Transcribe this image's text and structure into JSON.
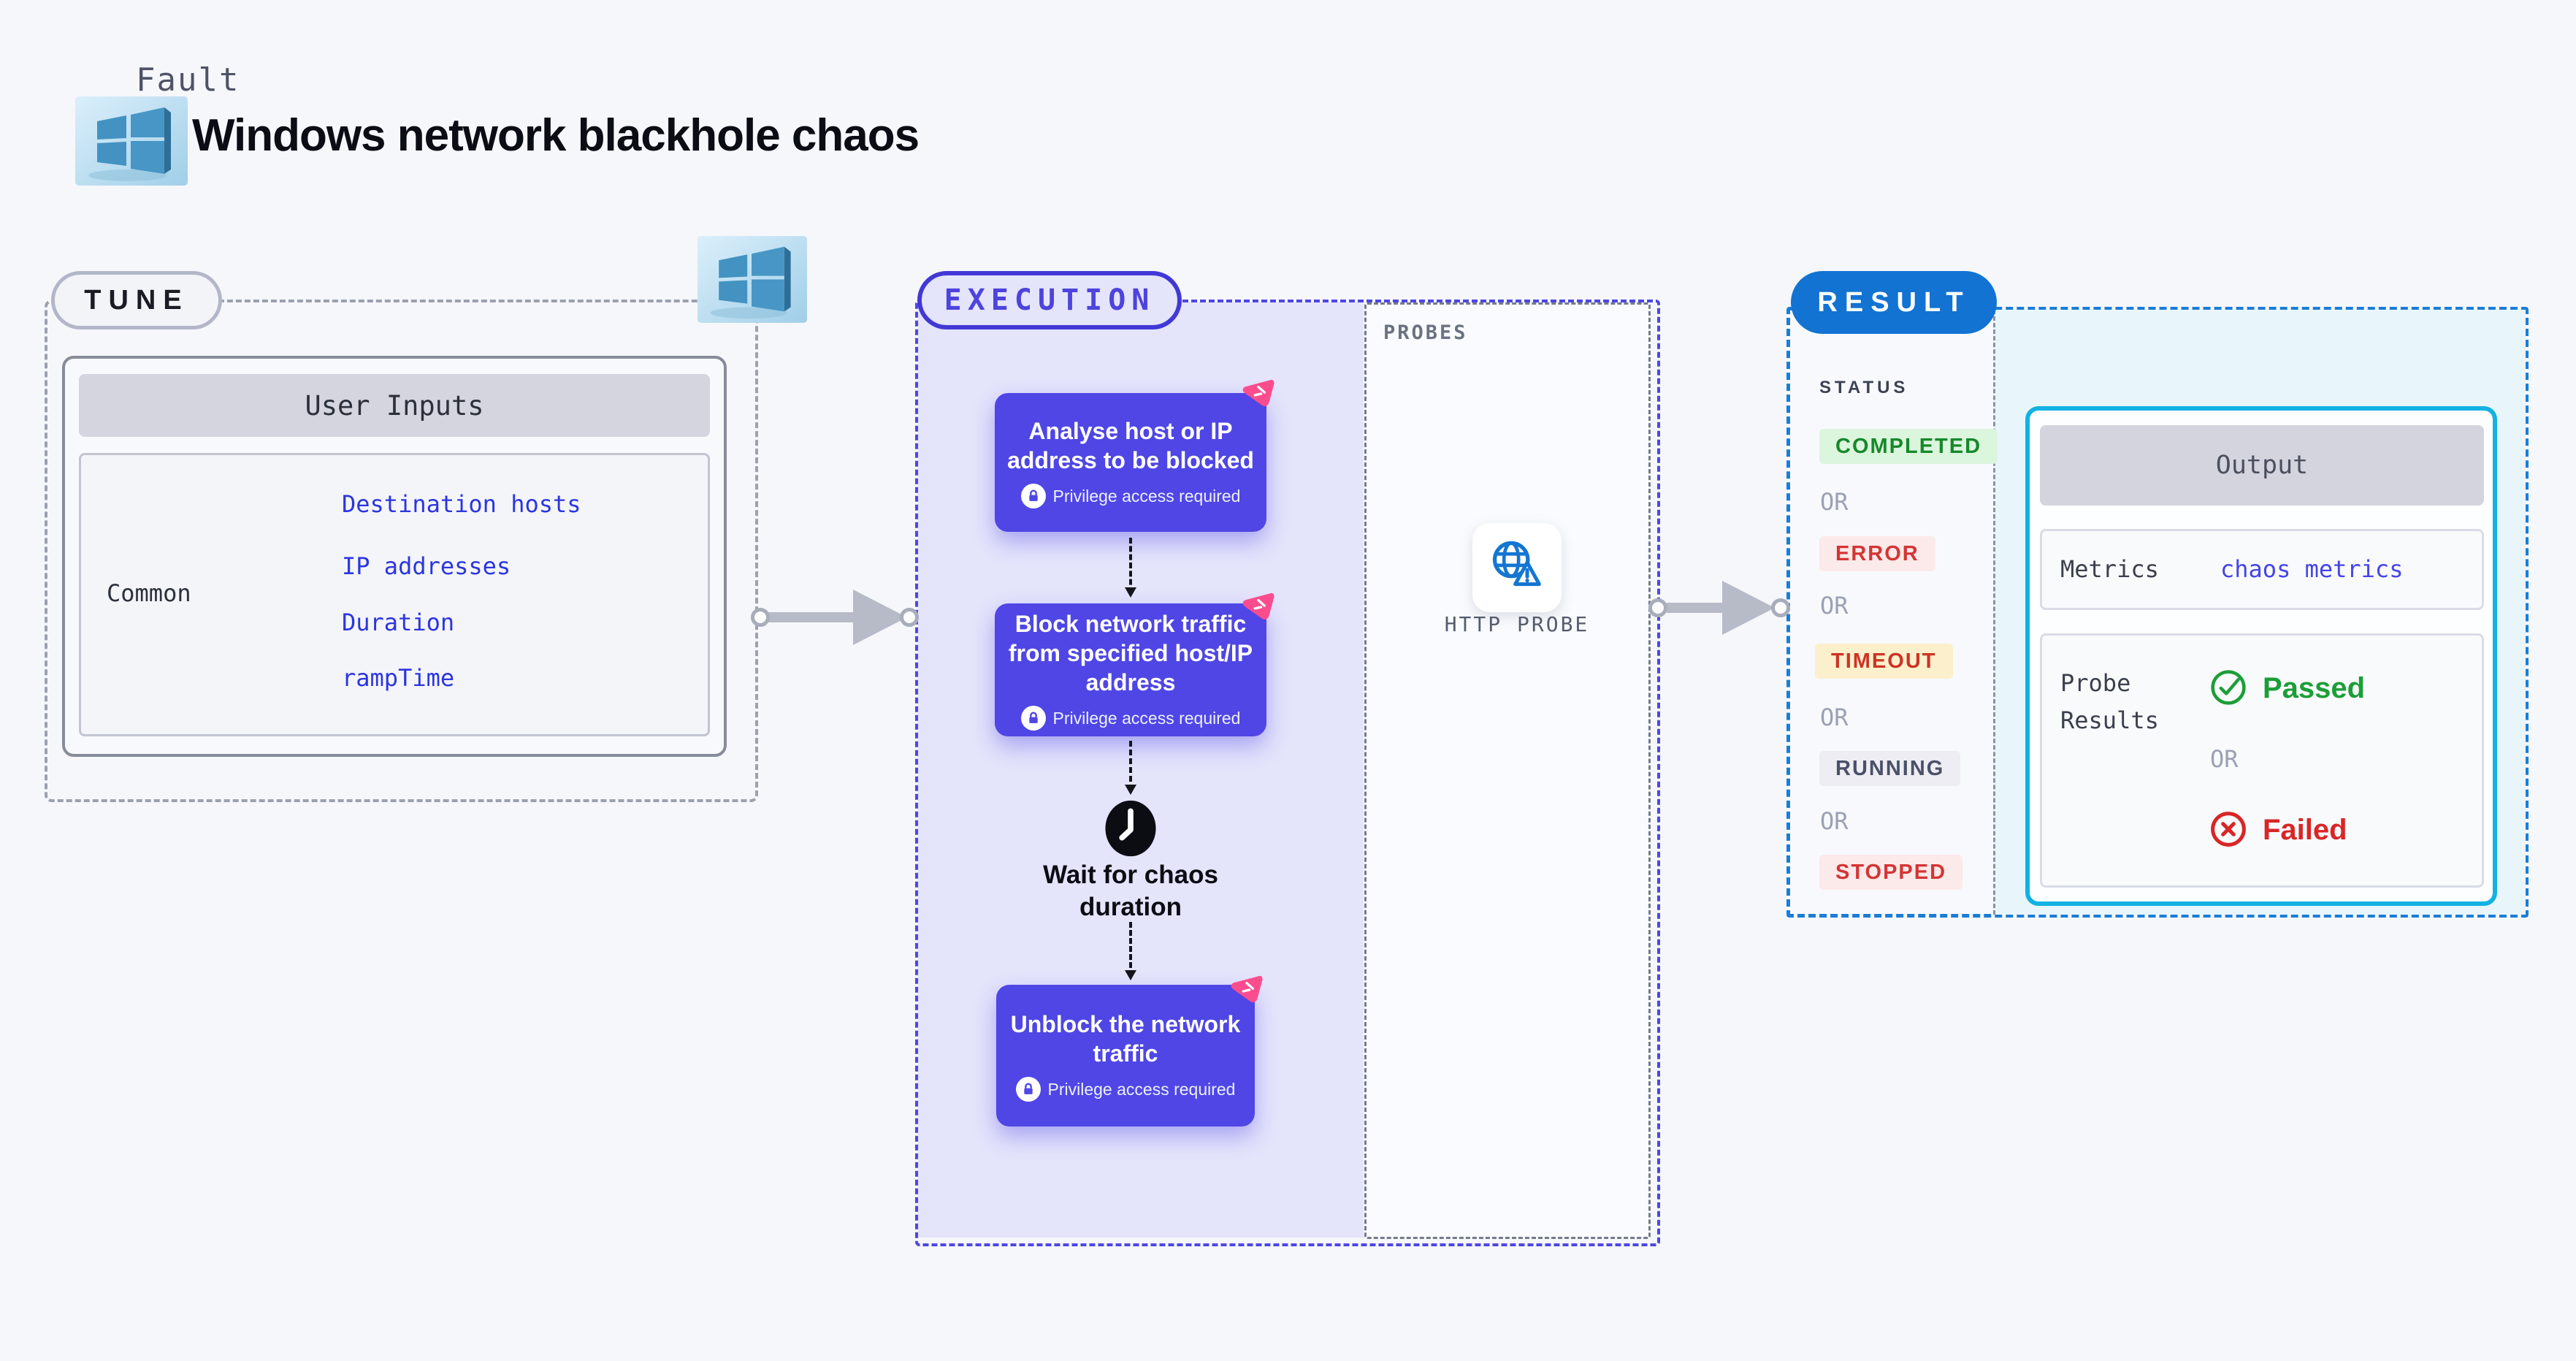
{
  "header": {
    "kicker": "Fault",
    "title": "Windows network blackhole chaos"
  },
  "tune": {
    "label": "TUNE",
    "user_inputs": {
      "header": "User Inputs",
      "row_label": "Common",
      "links": [
        "Destination hosts",
        "IP addresses",
        "Duration",
        "rampTime"
      ]
    }
  },
  "execution": {
    "label": "EXECUTION",
    "steps": [
      {
        "title": "Analyse host or IP address to be blocked",
        "privilege_note": "Privilege access required"
      },
      {
        "title": "Block network traffic from specified host/IP address",
        "privilege_note": "Privilege access required"
      },
      {
        "title": "Unblock the network traffic",
        "privilege_note": "Privilege access required"
      }
    ],
    "wait_label": "Wait for chaos duration"
  },
  "probes": {
    "label": "PROBES",
    "probe_name": "HTTP PROBE"
  },
  "result": {
    "label": "RESULT",
    "status_heading": "STATUS",
    "or_label": "OR",
    "statuses": [
      {
        "text": "COMPLETED",
        "bg": "#dcf5dd",
        "color": "#15892b"
      },
      {
        "text": "ERROR",
        "bg": "#fce9e9",
        "color": "#d43535"
      },
      {
        "text": "TIMEOUT",
        "bg": "#fbf0cb",
        "color": "#cc3425"
      },
      {
        "text": "RUNNING",
        "bg": "#ededf3",
        "color": "#4a5168"
      },
      {
        "text": "STOPPED",
        "bg": "#fce9e9",
        "color": "#d43535"
      }
    ],
    "output": {
      "header": "Output",
      "metrics_label": "Metrics",
      "metrics_link": "chaos metrics",
      "probe_results_label": "Probe Results",
      "passed": "Passed",
      "or_label": "OR",
      "failed": "Failed"
    }
  },
  "icons": {
    "windows_logo": "windows-logo-icon",
    "chaos_badge": "chaos-experiment-icon",
    "lock": "lock-icon",
    "clock": "clock-icon",
    "http_probe": "globe-warning-icon",
    "passed": "check-circle-icon",
    "failed": "x-circle-icon"
  },
  "colors": {
    "page_bg": "#f6f7fb",
    "step_card": "#4f46e5",
    "execution_accent": "#4f46e5",
    "execution_fill": "#e4e4fb",
    "tune_dash": "#9ba1ae",
    "result_accent": "#1273d3",
    "result_dash": "#1b7dd7",
    "result_cyan_bg": "#e8f6fc",
    "output_border": "#12b2e2",
    "link_blue": "#2c35df",
    "chaos_pink": "#fb4d8e",
    "probe_icon_blue": "#1476d2",
    "passed_green": "#1b9e37",
    "failed_red": "#d92626"
  }
}
